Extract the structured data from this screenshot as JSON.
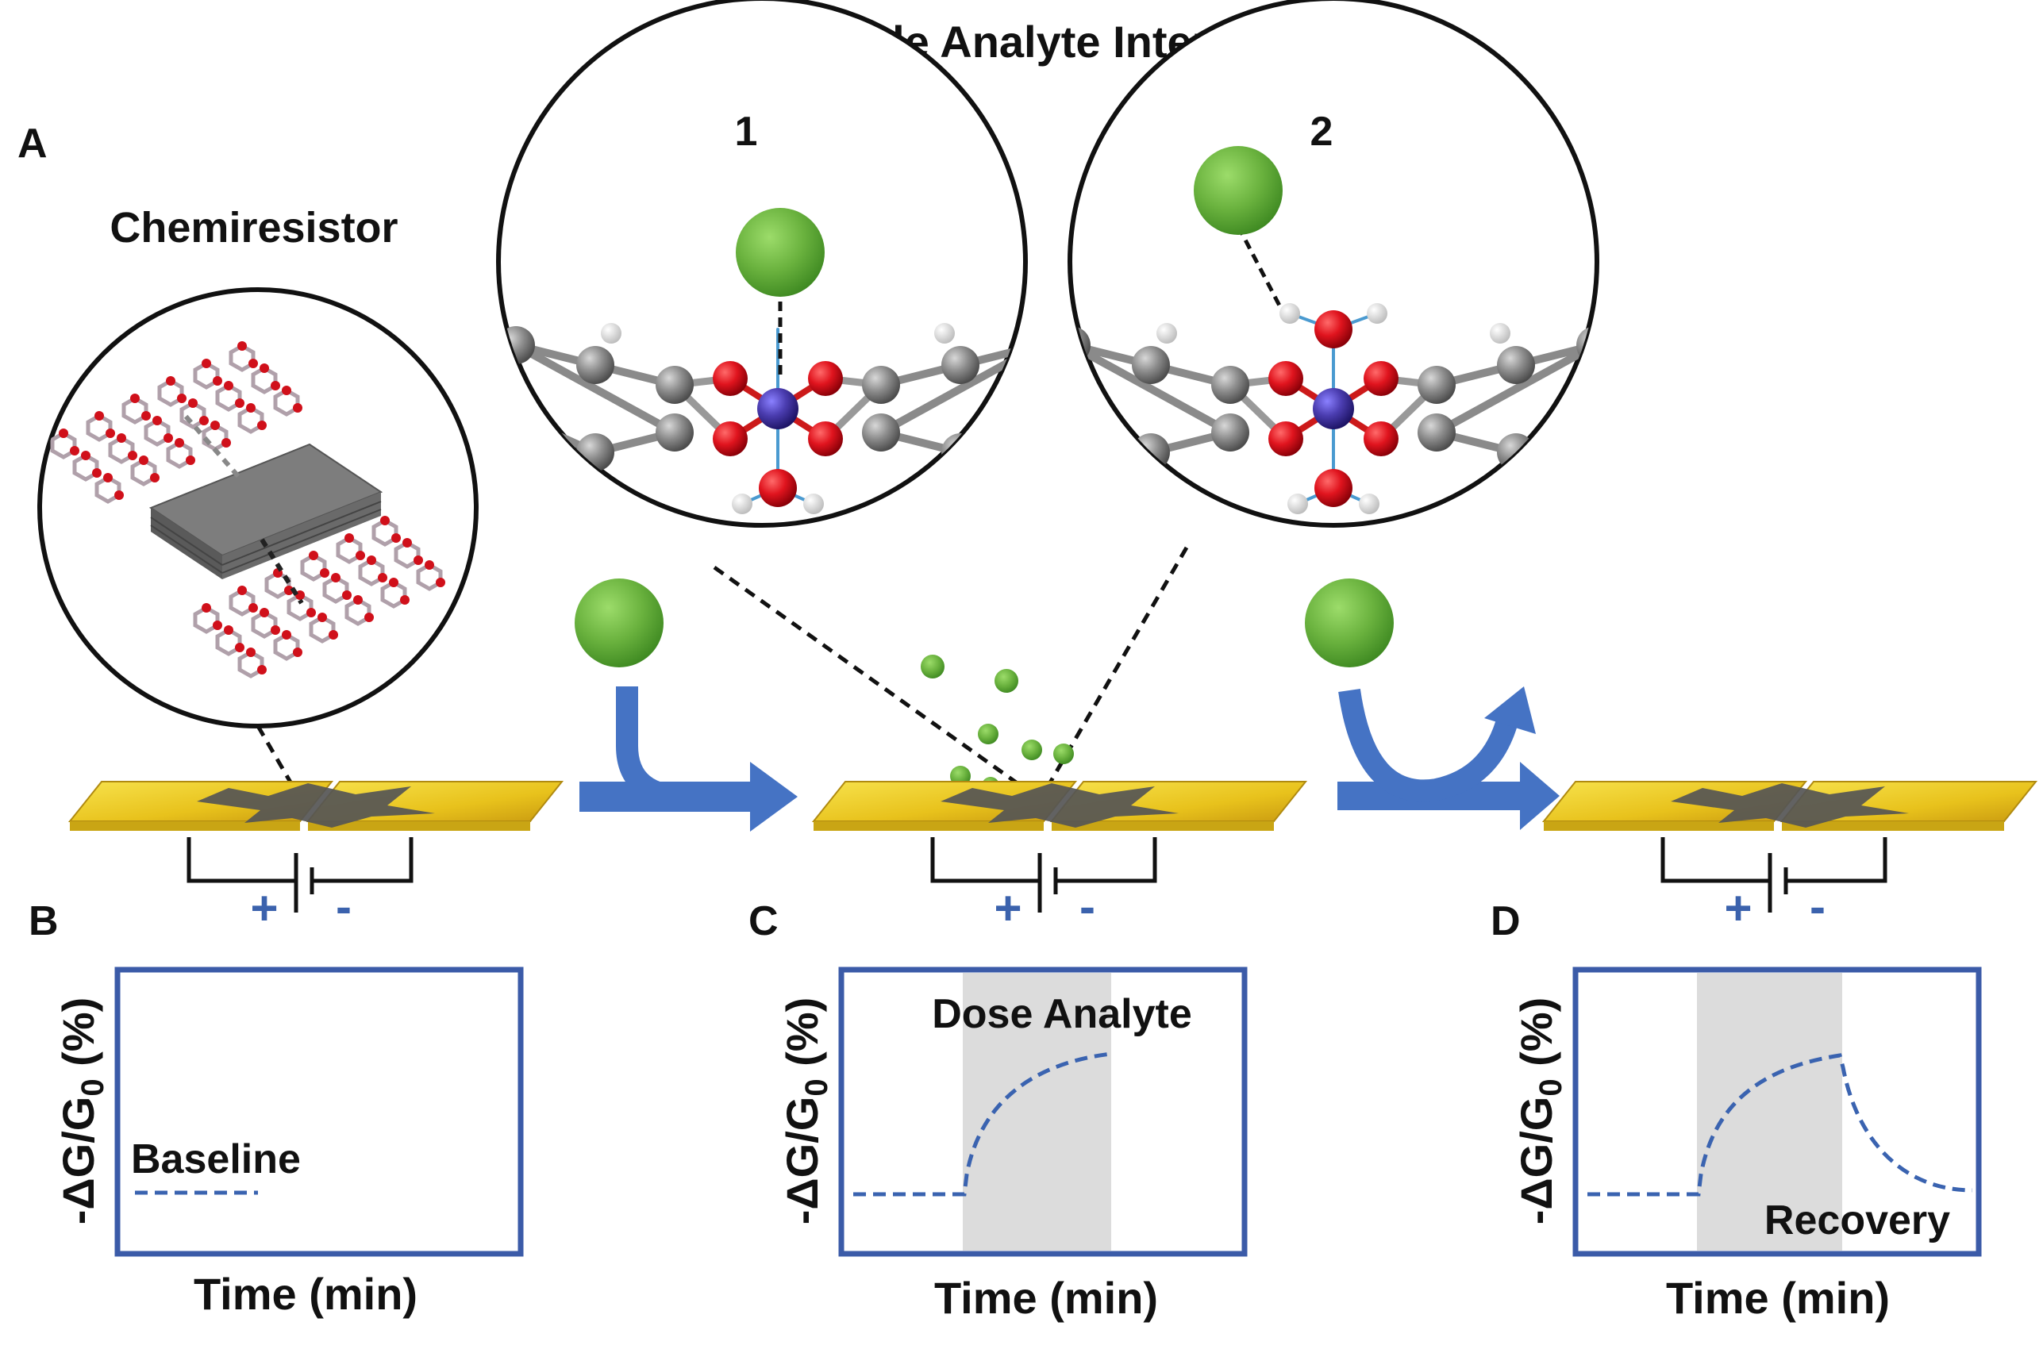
{
  "title": "Possible Analyte Interactions",
  "panel_letters": {
    "a": "A",
    "b": "B",
    "c": "C",
    "d": "D"
  },
  "chemiresistor_label": "Chemiresistor",
  "interaction_numbers": [
    "1",
    "2"
  ],
  "terminals": {
    "plus": "+",
    "minus": "-"
  },
  "graphs": [
    {
      "id": "B",
      "ylabel_main": "-ΔG/G",
      "ylabel_sub": "0",
      "ylabel_tail": " (%)",
      "xlabel": "Time (min)",
      "annotation": "Baseline",
      "dose_window": false,
      "trace": "baseline"
    },
    {
      "id": "C",
      "ylabel_main": "-ΔG/G",
      "ylabel_sub": "0",
      "ylabel_tail": " (%)",
      "xlabel": "Time (min)",
      "annotation": "Dose Analyte",
      "dose_window": true,
      "trace": "dose"
    },
    {
      "id": "D",
      "ylabel_main": "-ΔG/G",
      "ylabel_sub": "0",
      "ylabel_tail": " (%)",
      "xlabel": "Time (min)",
      "annotation": "Recovery",
      "dose_window": true,
      "trace": "recovery"
    }
  ],
  "colors": {
    "frame_blue": "#3b5ba8",
    "arrow_blue": "#4573c4",
    "trace_blue": "#3a63b0",
    "analyte_green": "#6ab23e",
    "metal_purple": "#4b3db0",
    "oxygen_red": "#d0101a",
    "carbon_grey": "#8a8a8a",
    "electrode_gold": "#f2d22e",
    "dose_window_grey": "#dcdcdc"
  }
}
